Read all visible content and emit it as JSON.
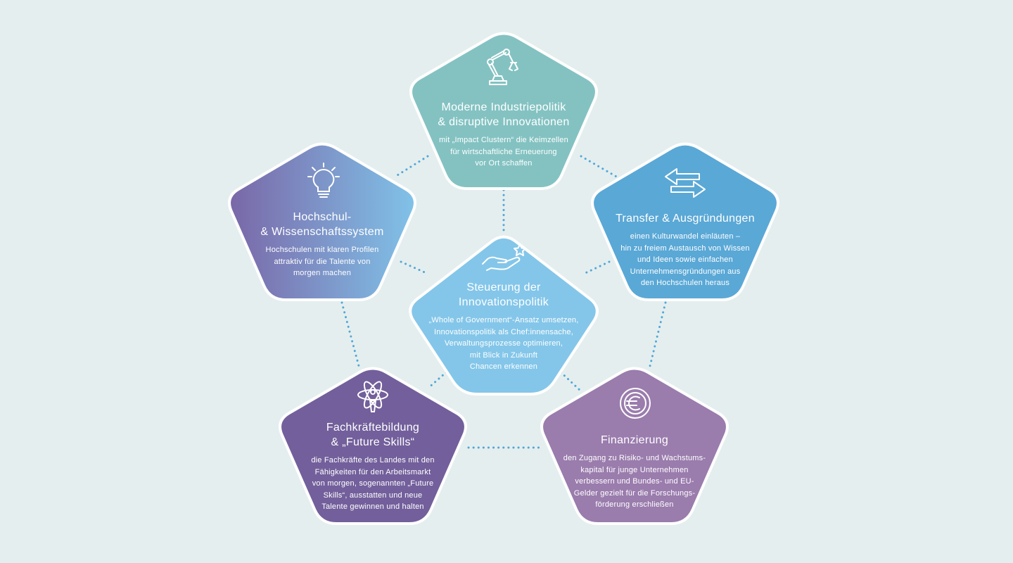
{
  "diagram": {
    "nodes": [
      {
        "id": "industriepolitik",
        "icon": "robot-arm-icon",
        "title": "Moderne Industriepolitik\n& disruptive Innovationen",
        "description": "mit „Impact Clustern“ die Keimzellen\nfür wirtschaftliche Erneuerung\nvor Ort schaffen"
      },
      {
        "id": "transfer",
        "icon": "exchange-arrows-icon",
        "title": "Transfer & Ausgründungen",
        "description": "einen Kulturwandel einläuten –\nhin zu freiem Austausch von Wissen\nund Ideen sowie einfachen\nUnternehmensgründungen aus\nden Hochschulen heraus"
      },
      {
        "id": "finanzierung",
        "icon": "euro-coin-icon",
        "title": "Finanzierung",
        "description": "den Zugang zu Risiko- und Wachstums-\nkapital für junge Unternehmen\nverbessern und Bundes- und EU-\nGelder gezielt für die Forschungs-\nförderung erschließen"
      },
      {
        "id": "fachkraefte",
        "icon": "atom-person-icon",
        "title": "Fachkräftebildung\n& „Future Skills“",
        "description": "die Fachkräfte des Landes mit den\nFähigkeiten für den Arbeitsmarkt\nvon morgen, sogenannten „Future\nSkills“, ausstatten und neue\nTalente gewinnen und halten"
      },
      {
        "id": "hochschul",
        "icon": "lightbulb-icon",
        "title": "Hochschul-\n& Wissenschaftssystem",
        "description": "Hochschulen mit klaren Profilen\nattraktiv für die Talente von\nmorgen machen"
      },
      {
        "id": "steuerung",
        "icon": "hand-star-icon",
        "title": "Steuerung der\nInnovationspolitik",
        "description": "„Whole of Government“-Ansatz umsetzen,\nInnovationspolitik als Chef:innensache,\nVerwaltungsprozesse optimieren,\nmit Blick in Zukunft\nChancen erkennen"
      }
    ],
    "colors": {
      "background": "#e5eeee",
      "industriepolitik": "#84c2c2",
      "transfer": "#5aa8d6",
      "finanzierung": "#9a7cad",
      "fachkraefte": "#725f9b",
      "hochschul_start": "#7a67a8",
      "hochschul_end": "#80c2e8",
      "steuerung": "#84c6e9",
      "connector": "#4fa8d9",
      "outline": "#ffffff"
    }
  }
}
